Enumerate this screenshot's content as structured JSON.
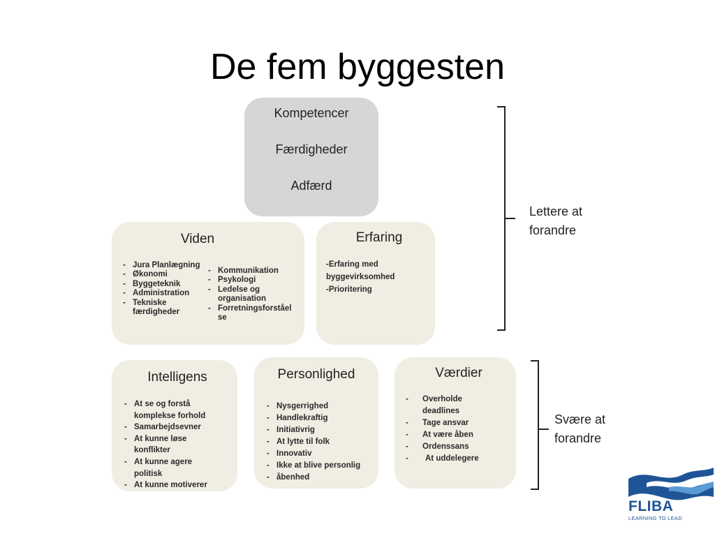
{
  "slide": {
    "title": "De fem byggesten"
  },
  "kompetencer": {
    "lines": [
      "Kompetencer",
      "Færdigheder",
      "Adfærd"
    ]
  },
  "viden": {
    "title": "Viden",
    "col1": [
      "Jura Planlægning",
      "Økonomi",
      "Byggeteknik",
      "Administration",
      "Tekniske færdigheder"
    ],
    "col2": [
      "Kommunikation",
      "Psykologi",
      "Ledelse og organisation",
      "Forretningsforståelse"
    ]
  },
  "erfaring": {
    "title": "Erfaring",
    "items": [
      "-Erfaring med byggevirksomhed",
      "-Prioritering"
    ]
  },
  "intelligens": {
    "title": "Intelligens",
    "items": [
      "At se og forstå komplekse forhold",
      "Samarbejdsevner",
      "At kunne løse konflikter",
      "At kunne agere politisk",
      "At kunne motiverer"
    ]
  },
  "personlighed": {
    "title": "Personlighed",
    "items": [
      "Nysgerrighed",
      "Handlekraftig",
      "Initiativrig",
      "At lytte til folk",
      "Innovativ",
      "Ikke at blive personlig",
      "åbenhed"
    ]
  },
  "vaerdier": {
    "title": "Værdier",
    "items": [
      "Overholde deadlines",
      "Tage ansvar",
      "At være åben",
      "Ordenssans",
      "At uddelegere"
    ]
  },
  "brackets": {
    "upper_label": [
      "Lettere at",
      "forandre"
    ],
    "lower_label": [
      "Svære at",
      "forandre"
    ]
  },
  "logo": {
    "name": "FLIBA",
    "tagline": "LEARNING TO LEAD",
    "colors": [
      "#1f5597",
      "#5b9bd5"
    ]
  }
}
